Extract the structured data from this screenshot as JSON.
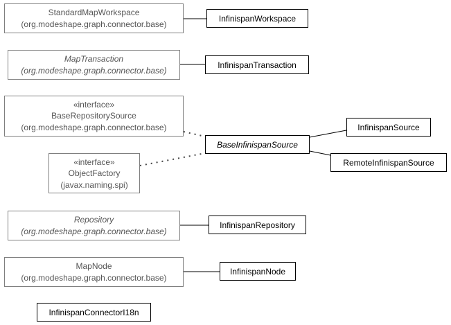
{
  "external_classes": {
    "standard_map_workspace": {
      "name": "StandardMapWorkspace",
      "package": "(org.modeshape.graph.connector.base)"
    },
    "map_transaction": {
      "name": "MapTransaction",
      "package": "(org.modeshape.graph.connector.base)"
    },
    "base_repository_source": {
      "stereotype": "«interface»",
      "name": "BaseRepositorySource",
      "package": "(org.modeshape.graph.connector.base)"
    },
    "object_factory": {
      "stereotype": "«interface»",
      "name": "ObjectFactory",
      "package": "(javax.naming.spi)"
    },
    "repository": {
      "name": "Repository",
      "package": "(org.modeshape.graph.connector.base)"
    },
    "map_node": {
      "name": "MapNode",
      "package": "(org.modeshape.graph.connector.base)"
    }
  },
  "classes": {
    "infinispan_workspace": "InfinispanWorkspace",
    "infinispan_transaction": "InfinispanTransaction",
    "base_infinispan_source": "BaseInfinispanSource",
    "infinispan_source": "InfinispanSource",
    "remote_infinispan_source": "RemoteInfinispanSource",
    "infinispan_repository": "InfinispanRepository",
    "infinispan_node": "InfinispanNode",
    "infinispan_connector_i18n": "InfinispanConnectorI18n"
  }
}
